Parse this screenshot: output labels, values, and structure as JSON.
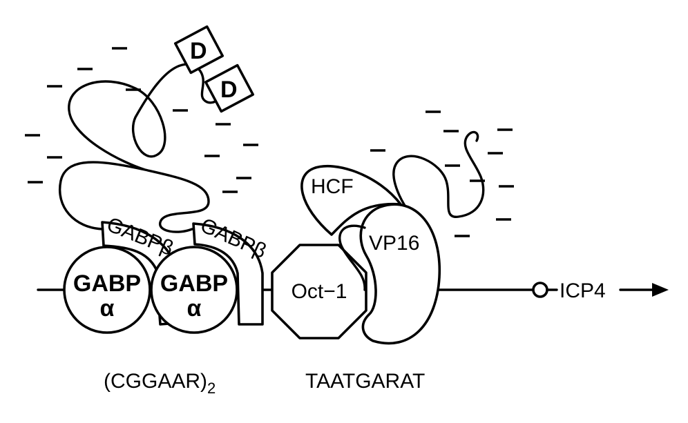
{
  "diagram": {
    "labels": {
      "domain": "D",
      "gabp_beta": "GABPβ",
      "gabp_alpha_top": "GABP",
      "gabp_alpha_bottom": "α",
      "hcf": "HCF",
      "vp16": "VP16",
      "oct1": "Oct−1",
      "icp4": "ICP4",
      "site_gabp_prefix": "(CGGAAR)",
      "site_gabp_subscript": "2",
      "site_oct": "TAATGARAT"
    },
    "colors": {
      "ink": "#000000",
      "background": "#ffffff"
    }
  }
}
